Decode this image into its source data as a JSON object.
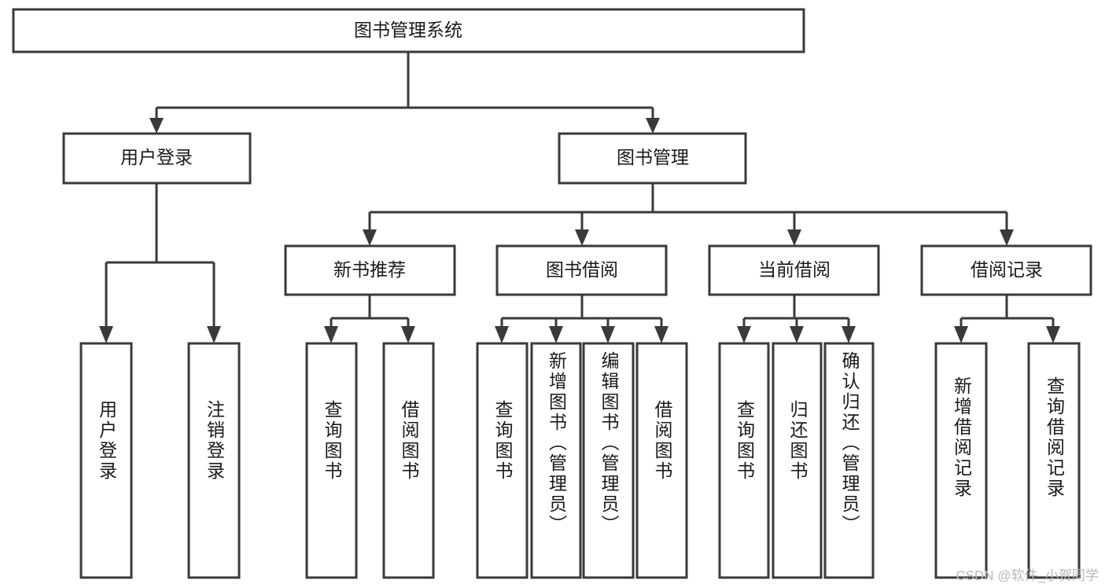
{
  "diagram": {
    "type": "hierarchy-tree",
    "title": "图书管理系统",
    "level2": {
      "user_login": "用户登录",
      "book_manage": "图书管理"
    },
    "level3": {
      "new_book_recommend": "新书推荐",
      "book_borrow": "图书借阅",
      "current_borrow": "当前借阅",
      "borrow_record": "借阅记录"
    },
    "leaves": {
      "user_login_1": "用户登录",
      "user_login_2": "注销登录",
      "recommend_1": "查询图书",
      "recommend_2": "借阅图书",
      "borrow_1": "查询图书",
      "borrow_2": "新增图书（管理员）",
      "borrow_3": "编辑图书（管理员）",
      "borrow_4": "借阅图书",
      "current_1": "查询图书",
      "current_2": "归还图书",
      "current_3": "确认归还（管理员）",
      "record_1": "新增借阅记录",
      "record_2": "查询借阅记录"
    }
  },
  "watermark": {
    "text": "CSDN @软件_小贺同学"
  },
  "colors": {
    "stroke": "#3a3a3a",
    "fill": "#ffffff",
    "text": "#1a1a1a",
    "watermark": "#b8b8b8"
  }
}
